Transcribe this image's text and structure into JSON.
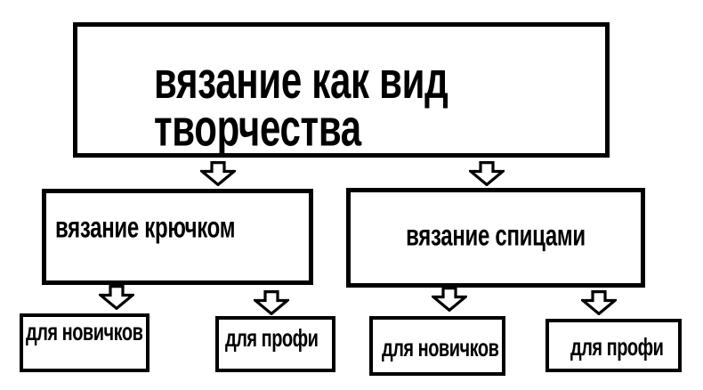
{
  "diagram": {
    "background_color": "#ffffff",
    "border_color": "#000000",
    "text_color": "#000000",
    "icons": {
      "connector": "down-arrow-icon"
    },
    "root": {
      "label": "вязание как вид творчества"
    },
    "branches": [
      {
        "label": "вязание крючком",
        "children": [
          {
            "label": "для новичков"
          },
          {
            "label": "для профи"
          }
        ]
      },
      {
        "label": "вязание спицами",
        "children": [
          {
            "label": "для новичков"
          },
          {
            "label": "для профи"
          }
        ]
      }
    ]
  }
}
